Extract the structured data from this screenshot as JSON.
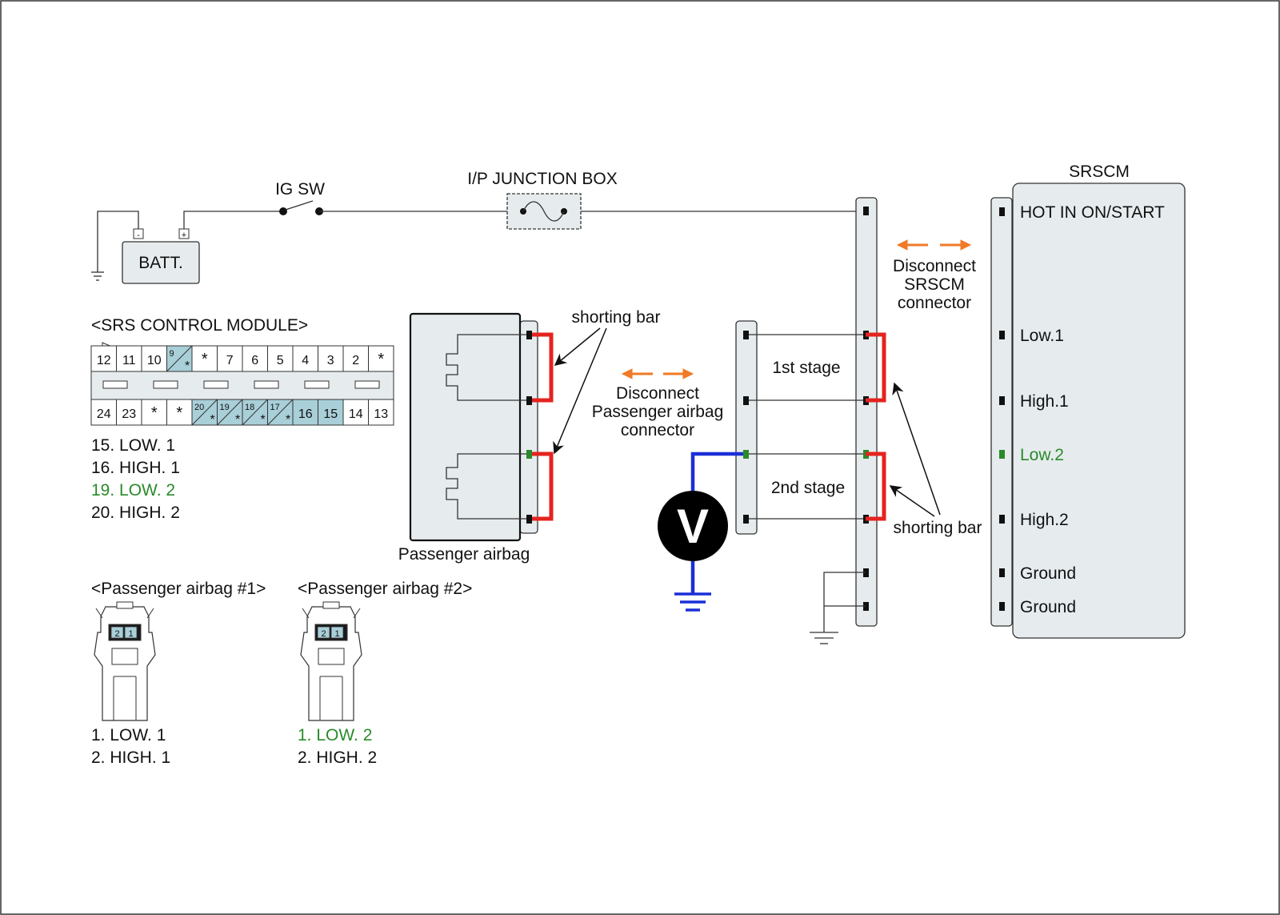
{
  "battery": {
    "label": "BATT.",
    "neg": "-",
    "pos": "+"
  },
  "ig_switch": {
    "label": "IG SW"
  },
  "junction_box": {
    "label": "I/P JUNCTION BOX"
  },
  "srscm": {
    "title": "SRSCM",
    "pins": [
      {
        "label": "HOT IN ON/START",
        "color": "#111111"
      },
      {
        "label": "Low.1",
        "color": "#111111"
      },
      {
        "label": "High.1",
        "color": "#111111"
      },
      {
        "label": "Low.2",
        "color": "#2a8a2a"
      },
      {
        "label": "High.2",
        "color": "#111111"
      },
      {
        "label": "Ground",
        "color": "#111111"
      },
      {
        "label": "Ground",
        "color": "#111111"
      }
    ]
  },
  "srs_module": {
    "title": "<SRS CONTROL MODULE>",
    "top_row": [
      "12",
      "11",
      "10",
      "9",
      "*",
      "7",
      "6",
      "5",
      "4",
      "3",
      "2",
      "*"
    ],
    "bottom_row": [
      "24",
      "23",
      "*",
      "*",
      "20",
      "19",
      "18",
      "17",
      "16",
      "15",
      "14",
      "13"
    ],
    "pin_legend": [
      {
        "text": "15. LOW. 1",
        "color": "#111111"
      },
      {
        "text": "16. HIGH. 1",
        "color": "#111111"
      },
      {
        "text": "19. LOW. 2",
        "color": "#2a8a2a"
      },
      {
        "text": "20. HIGH. 2",
        "color": "#111111"
      }
    ]
  },
  "airbag1": {
    "title": "<Passenger airbag #1>",
    "legend": [
      {
        "text": "1. LOW. 1",
        "color": "#111111"
      },
      {
        "text": "2. HIGH. 1",
        "color": "#111111"
      }
    ]
  },
  "airbag2": {
    "title": "<Passenger airbag #2>",
    "legend": [
      {
        "text": "1. LOW. 2",
        "color": "#2a8a2a"
      },
      {
        "text": "2. HIGH. 2",
        "color": "#111111"
      }
    ]
  },
  "airbag_connector_pins": [
    "2",
    "1"
  ],
  "labels": {
    "passenger_airbag": "Passenger airbag",
    "shorting_bar": "shorting bar",
    "disconnect_airbag": [
      "Disconnect",
      "Passenger airbag",
      "connector"
    ],
    "disconnect_srscm": [
      "Disconnect",
      "SRSCM",
      "connector"
    ],
    "stage1": "1st stage",
    "stage2": "2nd stage",
    "voltmeter": "V"
  },
  "colors": {
    "shorting_bar": "#e5231f",
    "meter_wire": "#1a2fd8",
    "arrow": "#f07a26",
    "highlight": "#2a8a2a",
    "panel": "#e6ecee",
    "pin_highlight": "#a9cfd8"
  }
}
